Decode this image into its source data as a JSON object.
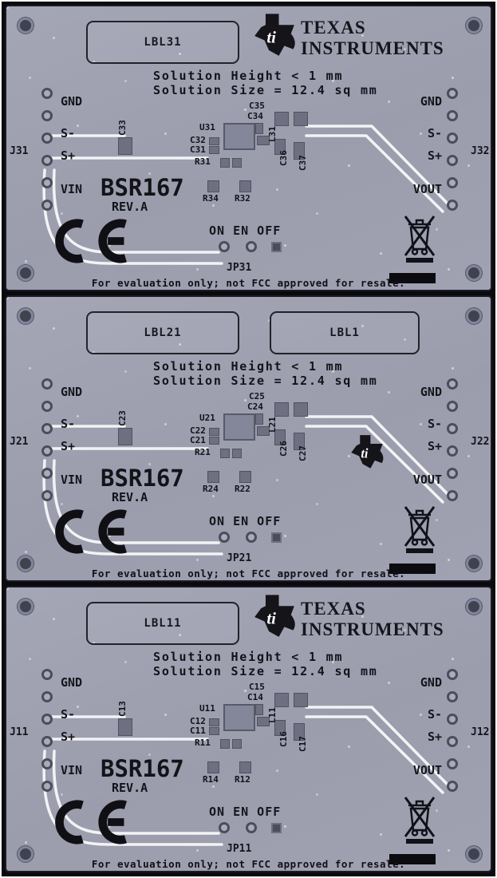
{
  "shared": {
    "ti_glyph": "ti",
    "ti_line1": "TEXAS",
    "ti_line2": "INSTRUMENTS",
    "solution_line1": "Solution Height < 1 mm",
    "solution_line2": "Solution Size = 12.4 sq mm",
    "fcc_text": "For evaluation only; not FCC approved for resale.",
    "board_name": "BSR167",
    "board_rev": "REV.A",
    "pins_left": [
      "GND",
      "S-",
      "S+",
      "VIN"
    ],
    "pins_right": [
      "GND",
      "S-",
      "S+",
      "VOUT"
    ],
    "jumper_labels": "ON EN OFF",
    "colors": {
      "board": "#9fa1b1",
      "silkscreen": "#17171d",
      "trace": "#f3f3f5"
    }
  },
  "boards": [
    {
      "label_boxes": [
        "LBL31"
      ],
      "connector_left": "J31",
      "connector_right": "J32",
      "jumper_ref": "JP31",
      "has_big_logo": true,
      "has_small_logo": false,
      "components": {
        "cap_left": "C33",
        "c1": "C35",
        "c2": "C34",
        "l1": "L31",
        "u1": "U31",
        "c3": "C32",
        "c4": "C31",
        "r1": "R31",
        "c5": "C36",
        "c6": "C37",
        "r2": "R34",
        "r3": "R32"
      }
    },
    {
      "label_boxes": [
        "LBL21",
        "LBL1"
      ],
      "connector_left": "J21",
      "connector_right": "J22",
      "jumper_ref": "JP21",
      "has_big_logo": false,
      "has_small_logo": true,
      "components": {
        "cap_left": "C23",
        "c1": "C25",
        "c2": "C24",
        "l1": "L21",
        "u1": "U21",
        "c3": "C22",
        "c4": "C21",
        "r1": "R21",
        "c5": "C26",
        "c6": "C27",
        "r2": "R24",
        "r3": "R22"
      }
    },
    {
      "label_boxes": [
        "LBL11"
      ],
      "connector_left": "J11",
      "connector_right": "J12",
      "jumper_ref": "JP11",
      "has_big_logo": true,
      "has_small_logo": false,
      "components": {
        "cap_left": "C13",
        "c1": "C15",
        "c2": "C14",
        "l1": "L11",
        "u1": "U11",
        "c3": "C12",
        "c4": "C11",
        "r1": "R11",
        "c5": "C16",
        "c6": "C17",
        "r2": "R14",
        "r3": "R12"
      }
    }
  ]
}
